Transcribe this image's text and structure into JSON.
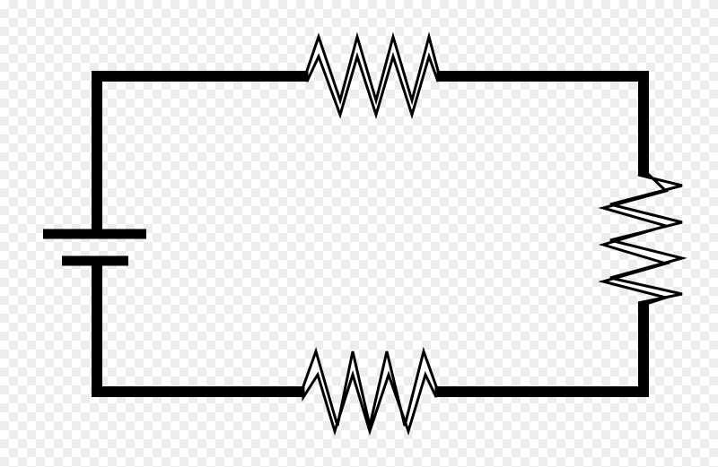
{
  "diagram": {
    "type": "series-circuit",
    "colors": {
      "wire": "#000000",
      "resistor_fill": "#ffffff",
      "resistor_stroke": "#000000"
    },
    "components": [
      {
        "kind": "battery",
        "name": "battery"
      },
      {
        "kind": "resistor",
        "name": "resistor-top"
      },
      {
        "kind": "resistor",
        "name": "resistor-right"
      },
      {
        "kind": "resistor",
        "name": "resistor-bottom"
      }
    ]
  }
}
